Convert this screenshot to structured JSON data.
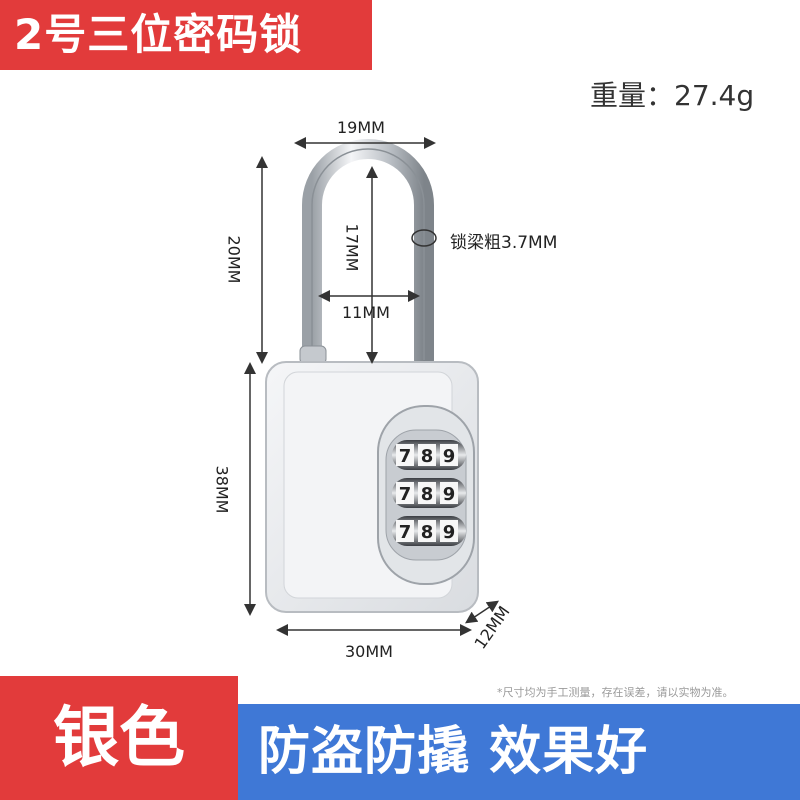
{
  "header": {
    "title": "2号三位密码锁",
    "weight": "重量：27.4g"
  },
  "dimensions": {
    "shackle_width": "19MM",
    "shackle_height": "20MM",
    "shackle_inner_height": "17MM",
    "shackle_inner_width": "11MM",
    "shackle_thickness_note": "锁梁粗3.7MM",
    "body_height": "38MM",
    "body_width": "30MM",
    "body_depth": "12MM"
  },
  "dials": {
    "rows": [
      [
        "7",
        "8",
        "9"
      ],
      [
        "7",
        "8",
        "9"
      ],
      [
        "7",
        "8",
        "9"
      ]
    ]
  },
  "footer": {
    "disclaimer": "*尺寸均为手工测量，存在误差，请以实物为准。",
    "color_name": "银色",
    "slogan": "防盗防撬 效果好"
  },
  "colors": {
    "accent_red": "#e23b3b",
    "accent_blue": "#3f78d6",
    "lock_silver": "#e6e8eb"
  }
}
